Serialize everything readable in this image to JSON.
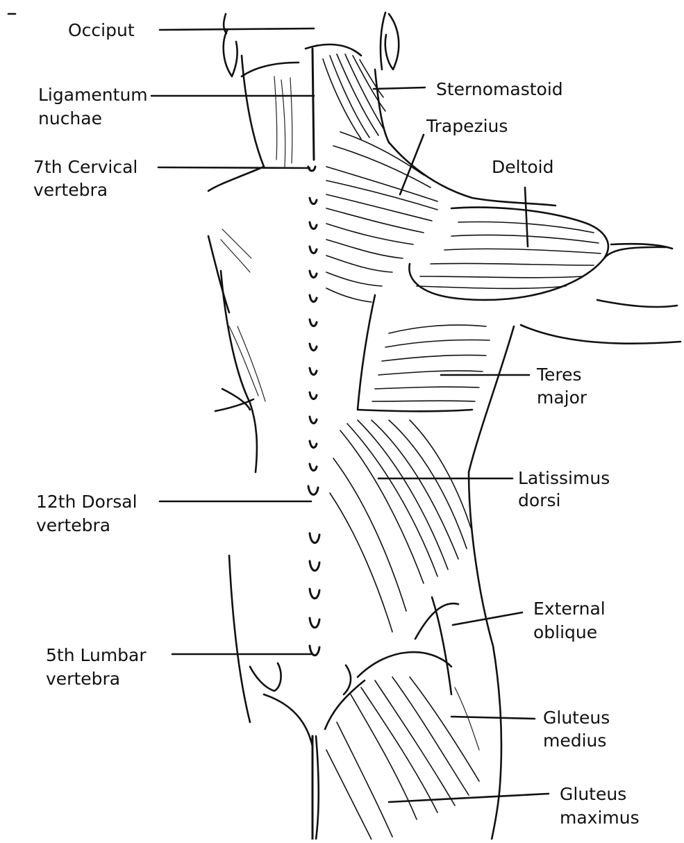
{
  "labels": {
    "occiput": "Occiput",
    "ligamentum_1": "Ligamentum",
    "ligamentum_2": "nuchae",
    "cervical_1": "7th Cervical",
    "cervical_2": "vertebra",
    "dorsal_1": "12th Dorsal",
    "dorsal_2": "vertebra",
    "lumbar_1": "5th Lumbar",
    "lumbar_2": "vertebra",
    "sternomastoid": "Sternomastoid",
    "trapezius": "Trapezius",
    "deltoid": "Deltoid",
    "teres_1": "Teres",
    "teres_2": "major",
    "latissimus_1": "Latissimus",
    "latissimus_2": "dorsi",
    "external_1": "External",
    "external_2": "oblique",
    "gluteus_medius_1": "Gluteus",
    "gluteus_medius_2": "medius",
    "gluteus_maximus_1": "Gluteus",
    "gluteus_maximus_2": "maximus"
  },
  "colors": {
    "ink": "#111111",
    "paper": "#ffffff"
  }
}
